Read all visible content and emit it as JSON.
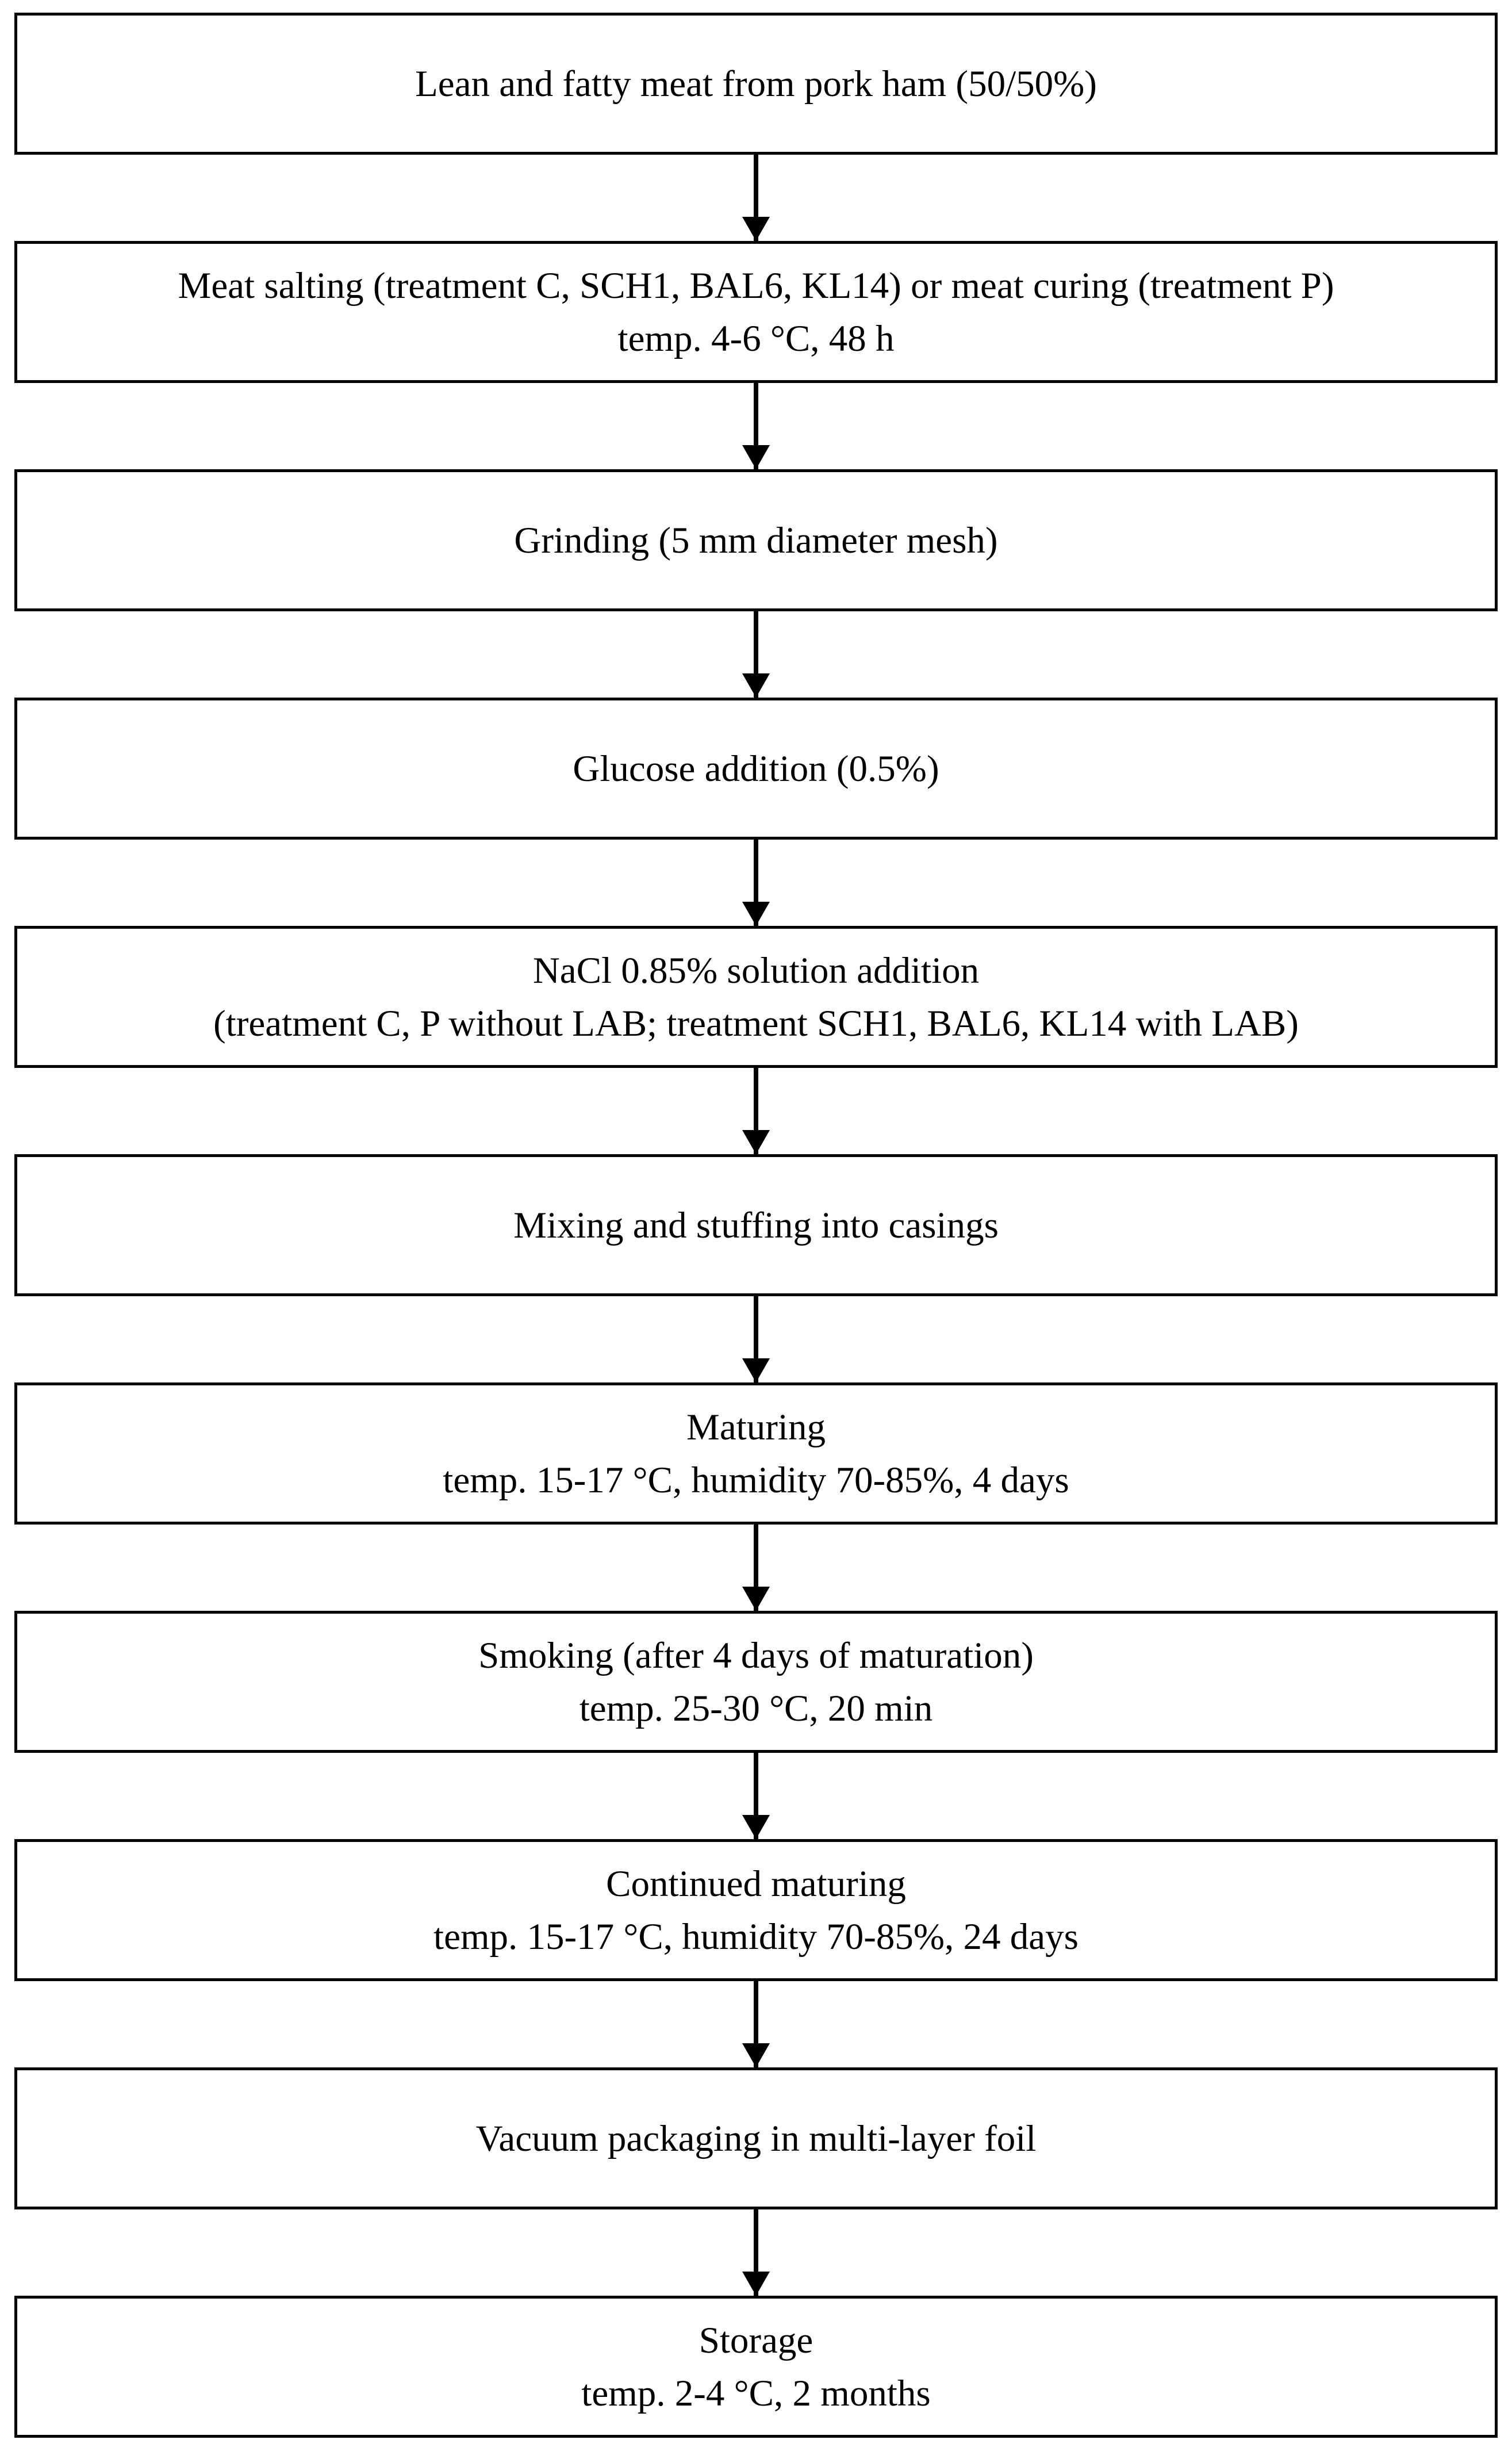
{
  "flowchart": {
    "colors": {
      "border": "#000000",
      "text": "#000000",
      "background": "#ffffff"
    },
    "steps": [
      {
        "lines": [
          "Lean and fatty meat from pork ham (50/50%)"
        ]
      },
      {
        "lines": [
          "Meat salting (treatment C, SCH1, BAL6, KL14) or meat curing (treatment P)",
          "temp. 4-6 °C, 48 h"
        ]
      },
      {
        "lines": [
          "Grinding (5 mm diameter mesh)"
        ]
      },
      {
        "lines": [
          "Glucose addition (0.5%)"
        ]
      },
      {
        "lines": [
          "NaCl 0.85% solution addition",
          "(treatment C, P without LAB; treatment SCH1, BAL6, KL14 with LAB)"
        ]
      },
      {
        "lines": [
          "Mixing and stuffing into casings"
        ]
      },
      {
        "lines": [
          "Maturing",
          "temp. 15-17 °C, humidity 70-85%, 4 days"
        ]
      },
      {
        "lines": [
          "Smoking (after 4 days of maturation)",
          "temp. 25-30 °C, 20 min"
        ]
      },
      {
        "lines": [
          "Continued maturing",
          "temp. 15-17 °C, humidity 70-85%, 24 days"
        ]
      },
      {
        "lines": [
          "Vacuum packaging in multi-layer foil"
        ]
      },
      {
        "lines": [
          "Storage",
          "temp. 2-4 °C, 2 months"
        ]
      }
    ]
  }
}
